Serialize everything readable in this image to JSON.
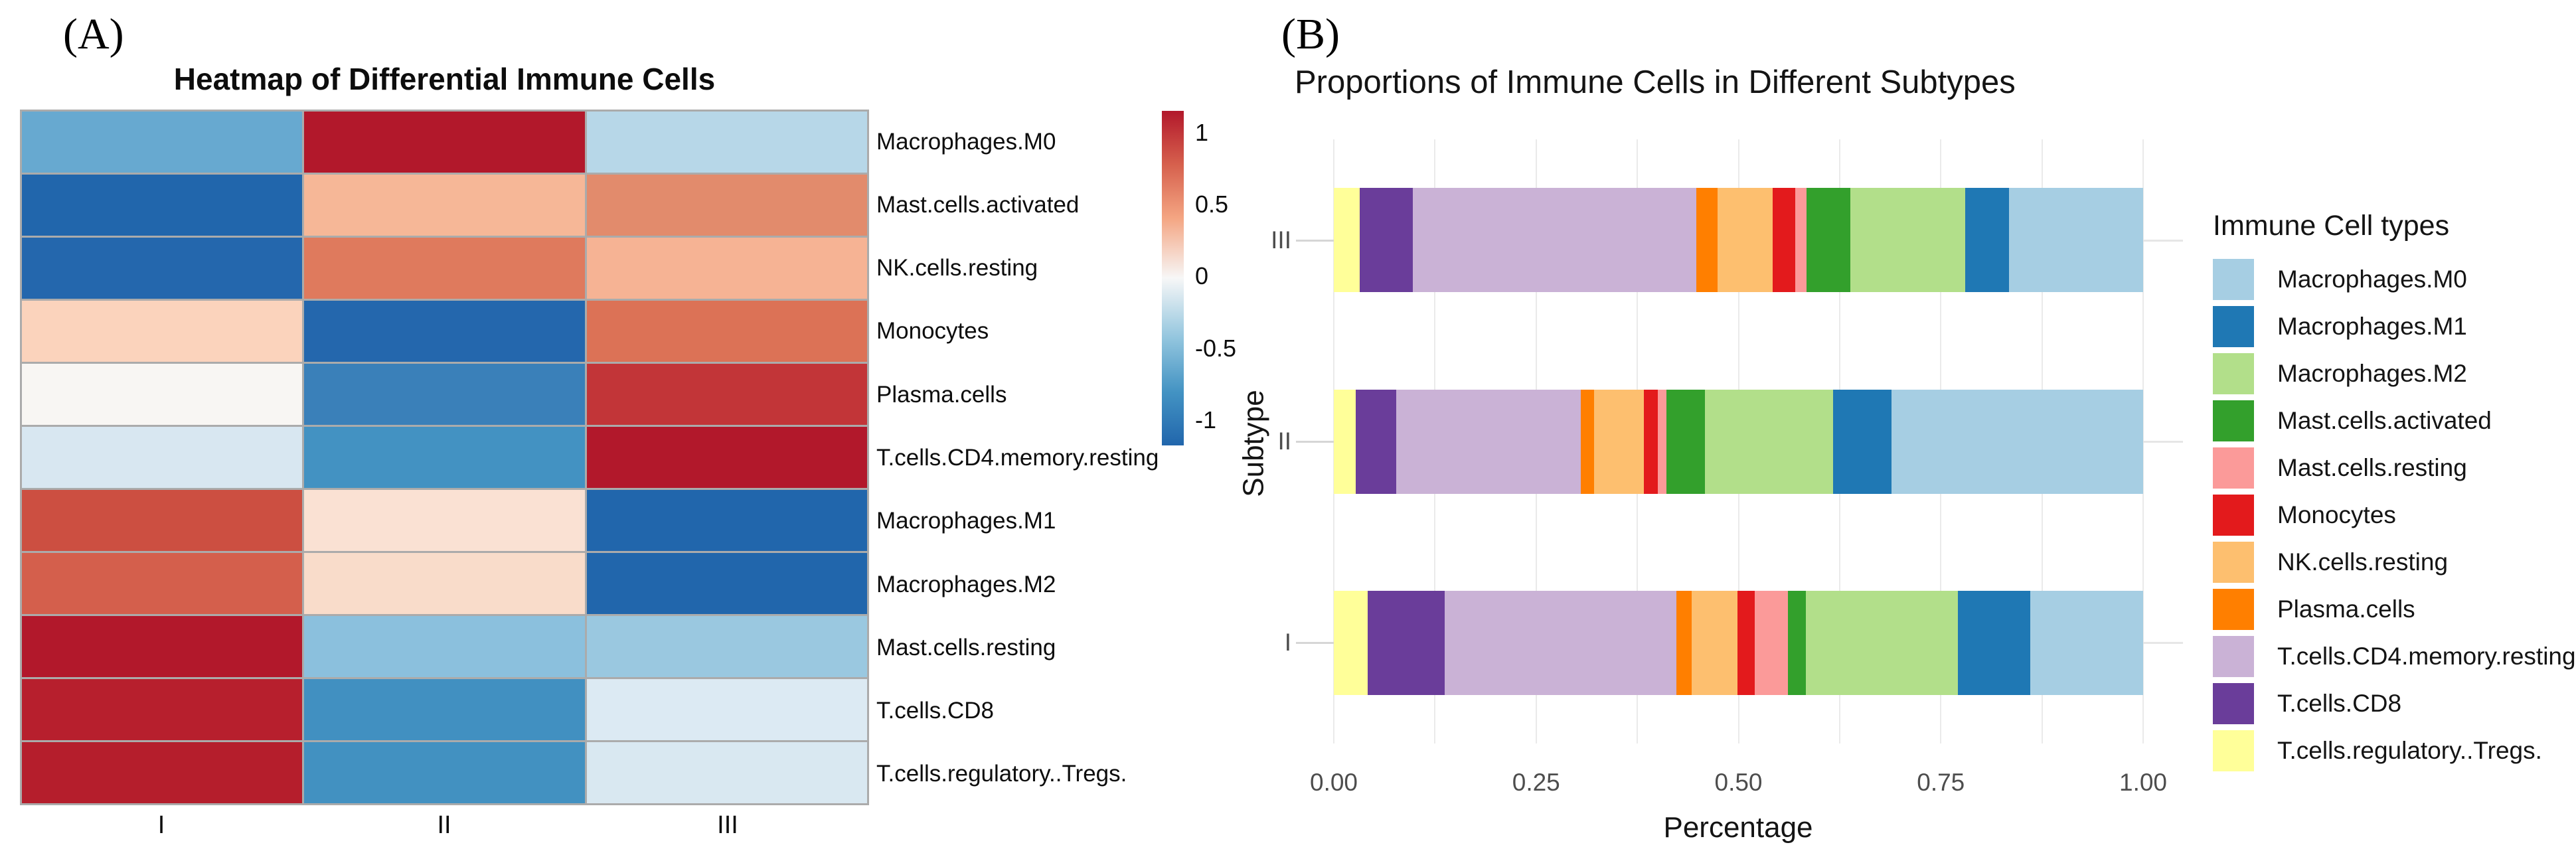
{
  "panelA": {
    "label": "(A)",
    "title": "Heatmap of Differential Immune Cells"
  },
  "panelB": {
    "label": "(B)",
    "title": "Proportions of Immune Cells in Different Subtypes",
    "xlabel": "Percentage",
    "ylabel": "Subtype",
    "legend_title": "Immune Cell types"
  },
  "chart_data": [
    {
      "type": "heatmap",
      "title": "Heatmap of Differential Immune Cells",
      "columns": [
        "I",
        "II",
        "III"
      ],
      "rows": [
        "Macrophages.M0",
        "Mast.cells.activated",
        "NK.cells.resting",
        "Monocytes",
        "Plasma.cells",
        "T.cells.CD4.memory.resting",
        "Macrophages.M1",
        "Macrophages.M2",
        "Mast.cells.resting",
        "T.cells.CD8",
        "T.cells.regulatory..Tregs."
      ],
      "values": [
        [
          -0.5,
          1.0,
          -0.3
        ],
        [
          -1.0,
          0.35,
          0.55
        ],
        [
          -0.95,
          0.6,
          0.4
        ],
        [
          0.2,
          -0.95,
          0.6
        ],
        [
          0.03,
          -0.75,
          0.9
        ],
        [
          -0.2,
          -0.65,
          1.0
        ],
        [
          0.7,
          0.12,
          -1.0
        ],
        [
          0.62,
          0.15,
          -1.0
        ],
        [
          1.0,
          -0.45,
          -0.4
        ],
        [
          0.95,
          -0.68,
          -0.18
        ],
        [
          0.95,
          -0.67,
          -0.2
        ]
      ],
      "cell_colors": [
        [
          "#67A9D0",
          "#B2182B",
          "#B7D7E8"
        ],
        [
          "#2166AC",
          "#F6B797",
          "#E28B6C"
        ],
        [
          "#2467AD",
          "#DF7A5D",
          "#F6B394"
        ],
        [
          "#FBD3BC",
          "#2467AD",
          "#DC7256"
        ],
        [
          "#F8F6F3",
          "#3A80B9",
          "#C23538"
        ],
        [
          "#D8E7F1",
          "#4392C2",
          "#B2182B"
        ],
        [
          "#CC4F41",
          "#FAE1D3",
          "#2166AC"
        ],
        [
          "#D45F4C",
          "#F9DCCA",
          "#2166AC"
        ],
        [
          "#B2182B",
          "#8BC0DD",
          "#9AC8E0"
        ],
        [
          "#B71F2D",
          "#4190C1",
          "#DCEAF3"
        ],
        [
          "#B51E2C",
          "#4291C1",
          "#D9E8F1"
        ]
      ],
      "colorscale": {
        "min": -1,
        "max": 1,
        "high_color": "#B2182B",
        "mid_color": "#F7F7F7",
        "low_color": "#2166AC",
        "tick_labels": [
          "1",
          "0.5",
          "0",
          "-0.5",
          "-1"
        ],
        "tick_values": [
          1,
          0.5,
          0,
          -0.5,
          -1
        ]
      }
    },
    {
      "type": "bar",
      "stacked": true,
      "orientation": "horizontal",
      "title": "Proportions of Immune Cells in Different Subtypes",
      "xlabel": "Percentage",
      "ylabel": "Subtype",
      "categories": [
        "III",
        "II",
        "I"
      ],
      "xlim": [
        0,
        1
      ],
      "x_tick_labels": [
        "0.00",
        "0.25",
        "0.50",
        "0.75",
        "1.00"
      ],
      "x_tick_values": [
        0,
        0.25,
        0.5,
        0.75,
        1.0
      ],
      "grid_minor_step": 0.125,
      "legend_title": "Immune Cell types",
      "legend_position": "right",
      "series": [
        {
          "name": "Macrophages.M0",
          "color": "#A6CEE3",
          "values": {
            "III": 0.166,
            "II": 0.311,
            "I": 0.139
          }
        },
        {
          "name": "Macrophages.M1",
          "color": "#1F78B4",
          "values": {
            "III": 0.054,
            "II": 0.072,
            "I": 0.09
          }
        },
        {
          "name": "Macrophages.M2",
          "color": "#B2DF8A",
          "values": {
            "III": 0.142,
            "II": 0.158,
            "I": 0.188
          }
        },
        {
          "name": "Mast.cells.activated",
          "color": "#33A02C",
          "values": {
            "III": 0.054,
            "II": 0.048,
            "I": 0.022
          }
        },
        {
          "name": "Mast.cells.resting",
          "color": "#FB9A99",
          "values": {
            "III": 0.014,
            "II": 0.011,
            "I": 0.041
          }
        },
        {
          "name": "Monocytes",
          "color": "#E31A1C",
          "values": {
            "III": 0.028,
            "II": 0.017,
            "I": 0.021
          }
        },
        {
          "name": "NK.cells.resting",
          "color": "#FDBF6F",
          "values": {
            "III": 0.068,
            "II": 0.061,
            "I": 0.057
          }
        },
        {
          "name": "Plasma.cells",
          "color": "#FF7F00",
          "values": {
            "III": 0.026,
            "II": 0.017,
            "I": 0.019
          }
        },
        {
          "name": "T.cells.CD4.memory.resting",
          "color": "#CAB2D6",
          "values": {
            "III": 0.35,
            "II": 0.228,
            "I": 0.286
          }
        },
        {
          "name": "T.cells.CD8",
          "color": "#6A3D9A",
          "values": {
            "III": 0.066,
            "II": 0.05,
            "I": 0.095
          }
        },
        {
          "name": "T.cells.regulatory..Tregs.",
          "color": "#FFFF99",
          "values": {
            "III": 0.032,
            "II": 0.027,
            "I": 0.042
          }
        }
      ],
      "stack_order_left_to_right": [
        "T.cells.regulatory..Tregs.",
        "T.cells.CD8",
        "T.cells.CD4.memory.resting",
        "Plasma.cells",
        "NK.cells.resting",
        "Monocytes",
        "Mast.cells.resting",
        "Mast.cells.activated",
        "Macrophages.M2",
        "Macrophages.M1",
        "Macrophages.M0"
      ]
    }
  ]
}
